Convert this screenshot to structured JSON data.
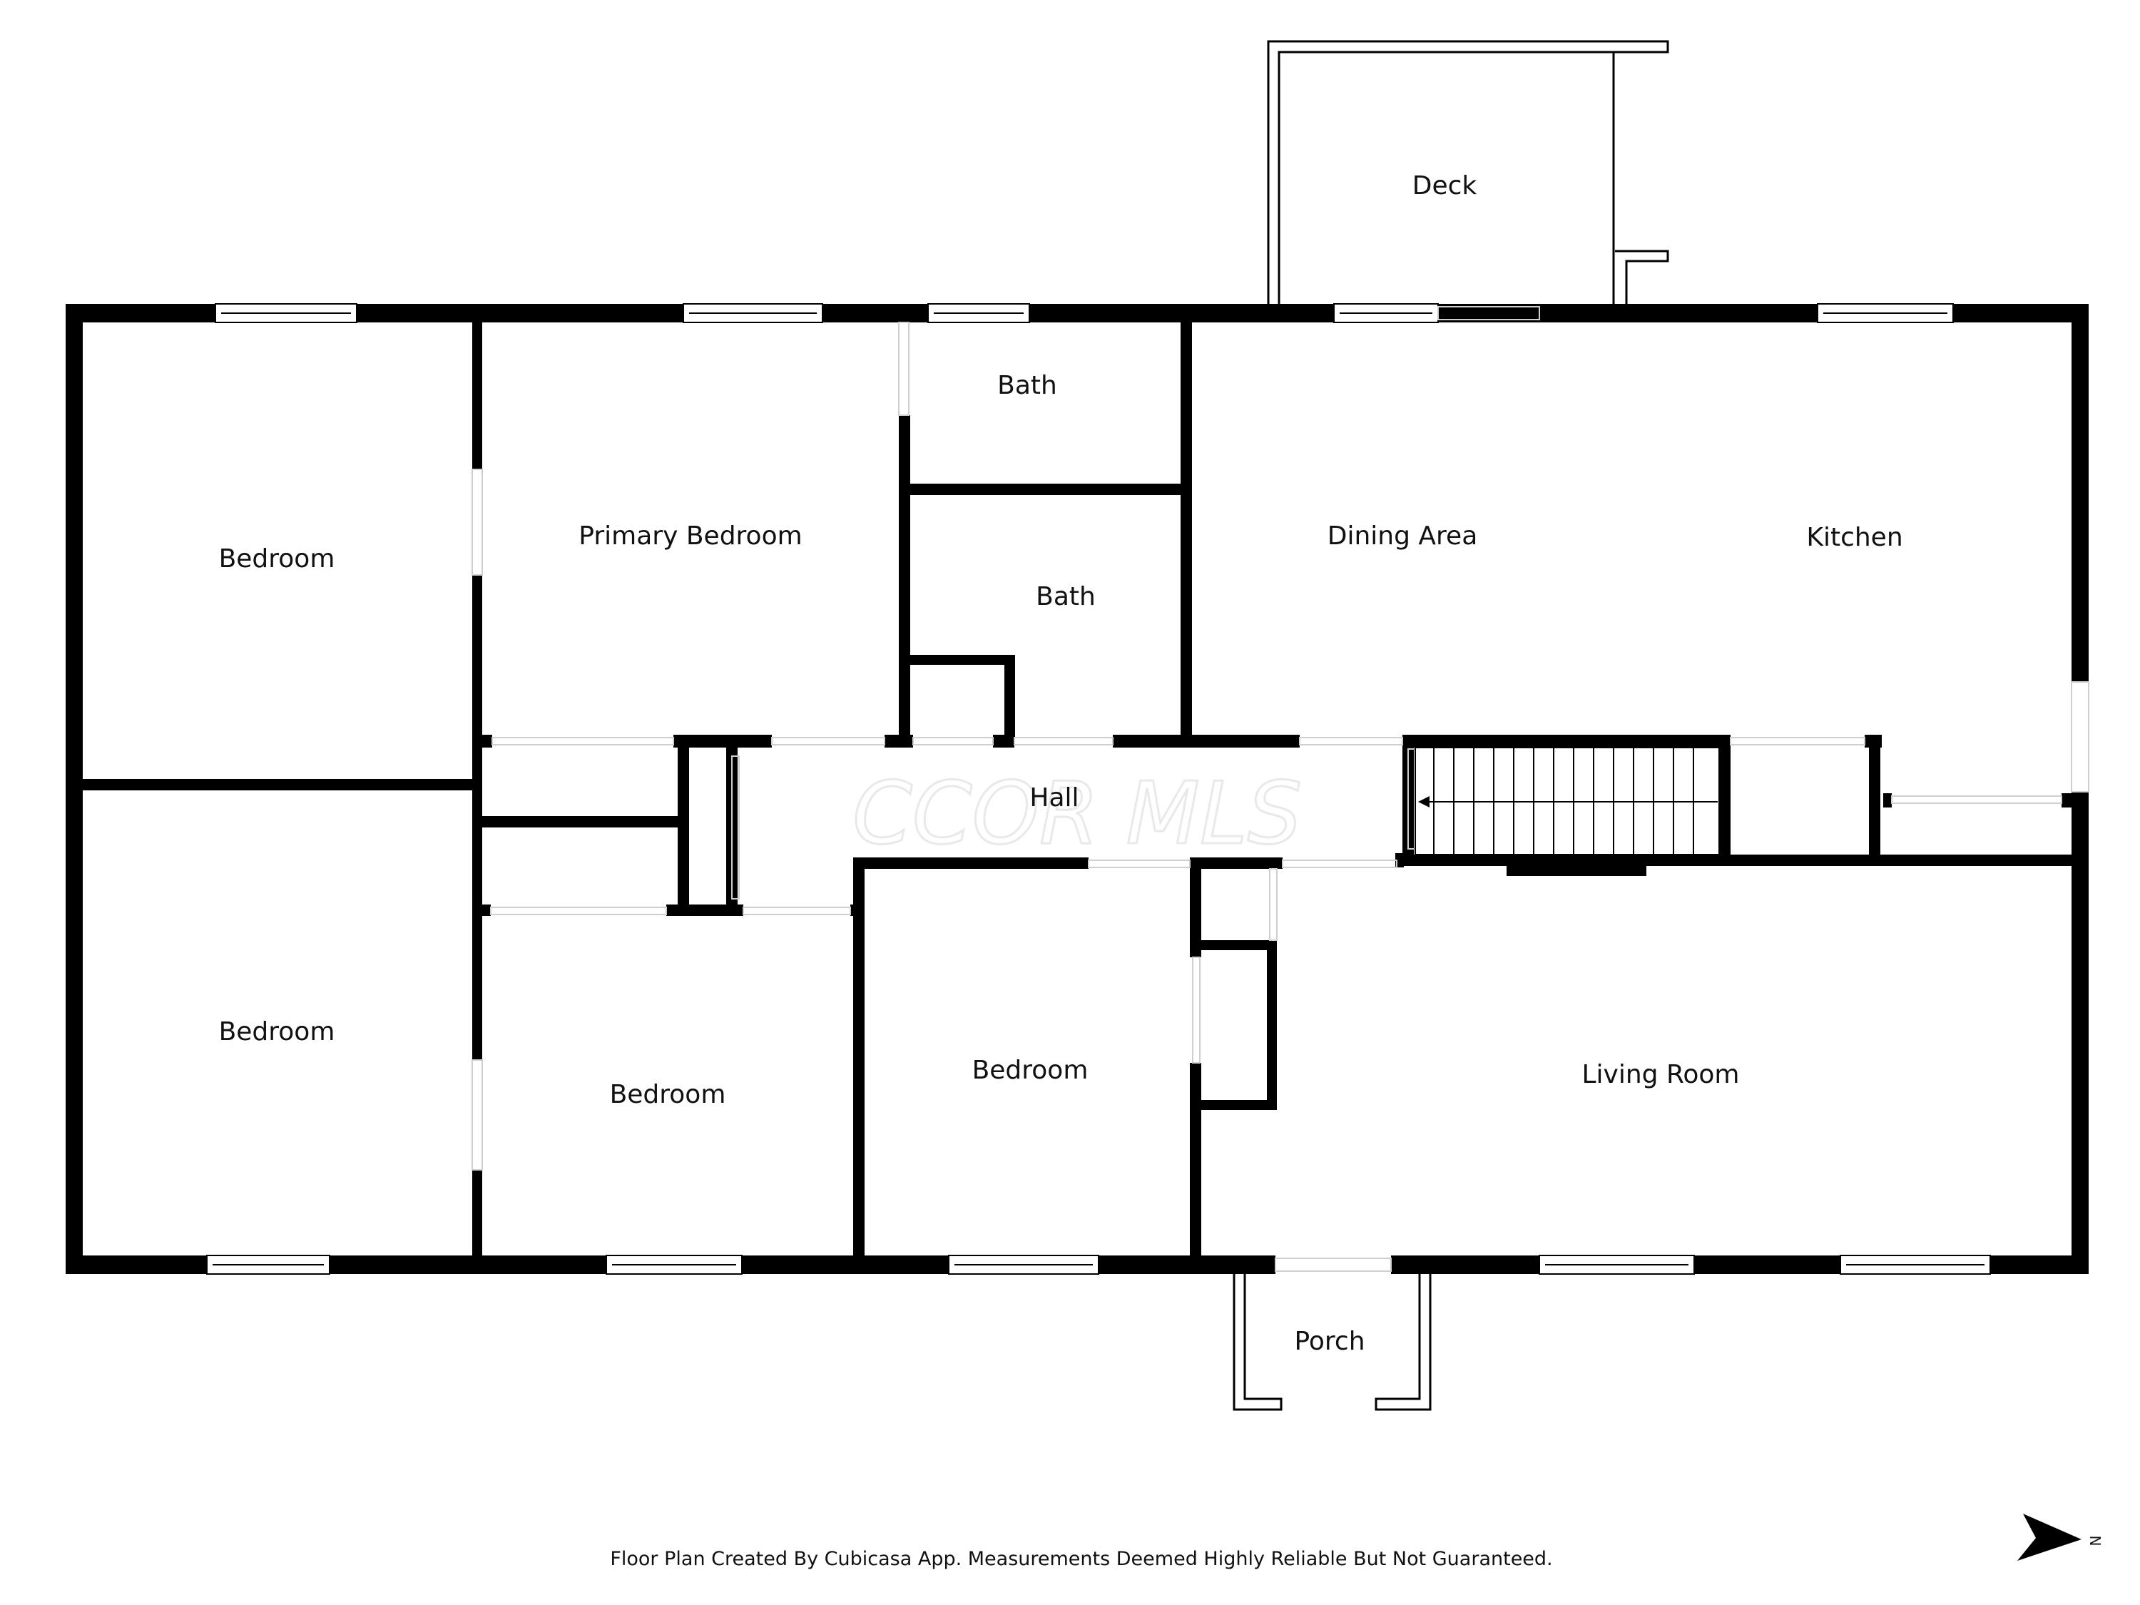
{
  "rooms": {
    "deck": "Deck",
    "bath_upper": "Bath",
    "bath_lower": "Bath",
    "bedroom_top_left": "Bedroom",
    "primary_bedroom": "Primary Bedroom",
    "dining_area": "Dining Area",
    "kitchen": "Kitchen",
    "hall": "Hall",
    "bedroom_bottom_left": "Bedroom",
    "bedroom_center_left": "Bedroom",
    "bedroom_center": "Bedroom",
    "living_room": "Living Room",
    "porch": "Porch"
  },
  "watermark": "CCOR MLS",
  "footer": "Floor Plan Created By Cubicasa App. Measurements Deemed Highly Reliable But Not Guaranteed.",
  "compass": {
    "letter": "N",
    "icon": "north-arrow-icon"
  },
  "colors": {
    "wall": "#000000",
    "background": "#ffffff",
    "window": "#ffffff"
  }
}
